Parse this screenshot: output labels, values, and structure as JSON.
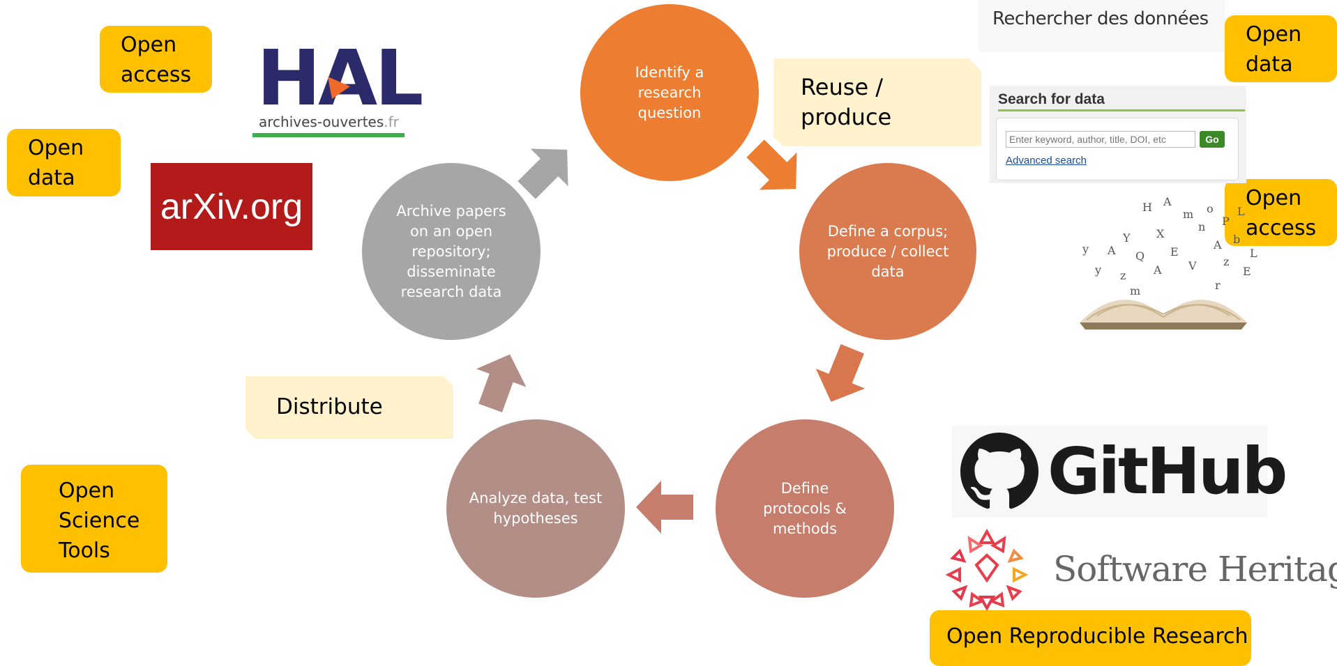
{
  "tags": {
    "open_access_top_left": "Open\naccess",
    "open_data_left": "Open\ndata",
    "open_data_right": "Open\ndata",
    "open_access_right": "Open\naccess",
    "open_science_tools": "Open\nScience\nTools",
    "open_reproducible_research": "Open Reproducible Research"
  },
  "cycle": {
    "identify": "Identify a research question",
    "define_corpus": "Define a corpus; produce / collect data",
    "protocols": "Define protocols & methods",
    "analyze": "Analyze data, test hypotheses",
    "archive": "Archive papers on an open repository; disseminate research data"
  },
  "notes": {
    "reuse": "Reuse /\nproduce",
    "distribute": "Distribute"
  },
  "logos": {
    "hal_text": "HAL",
    "hal_sub": "archives-ouvertes",
    "hal_sub_suffix": ".fr",
    "arxiv": "arXiv.org",
    "github": "GitHub",
    "software_heritage": "Software Heritage"
  },
  "data_portal": {
    "title": "Rechercher des données",
    "box_title": "Search for data",
    "placeholder": "Enter keyword, author, title, DOI, etc",
    "go_label": "Go",
    "advanced_link": "Advanced search"
  },
  "colors": {
    "tag": "#FFC000",
    "note": "#FFF2CC",
    "identify": "#ED7D31",
    "define_corpus": "#DA7A4F",
    "protocols": "#C67D6B",
    "analyze": "#B38E87",
    "archive": "#A6A6A6"
  }
}
